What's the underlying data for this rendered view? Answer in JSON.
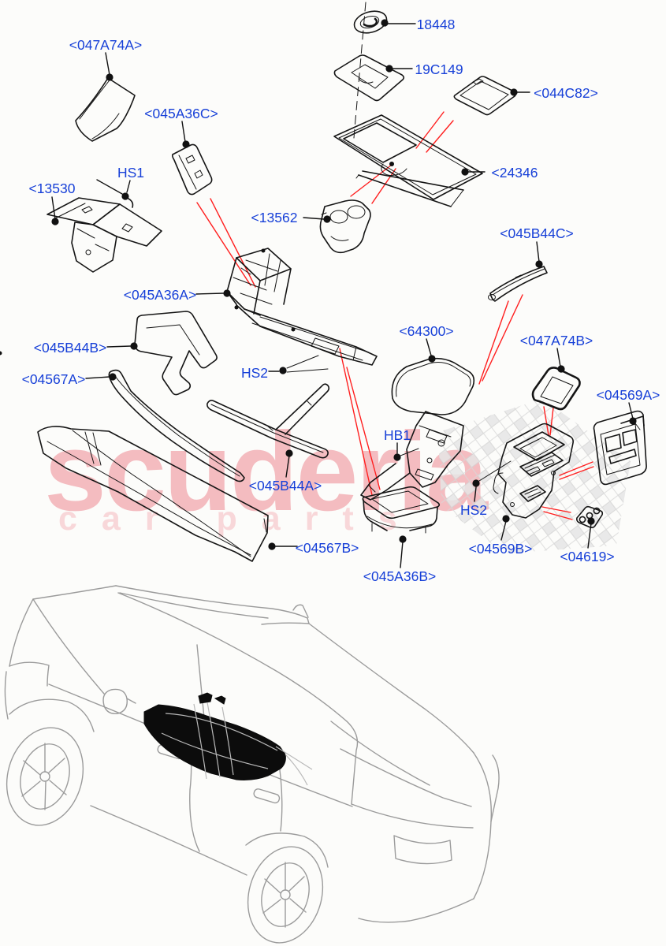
{
  "diagram": {
    "kind": "exploded-parts-diagram",
    "subject": "console-trim-and-rear-vehicle-view"
  },
  "watermark": {
    "line1": "scuderia",
    "line2": "car parts"
  },
  "colors": {
    "label_blue": "#1740d8",
    "callout_red": "#ff1f1f",
    "line_black": "#151515",
    "car_gray": "#9b9b9b",
    "watermark_pink": "#f4bcc0",
    "checker_gray": "#e3e3e3",
    "background": "#fcfcfa"
  },
  "labels": [
    {
      "text": "<047A74A"
    },
    {
      "text": "<045A36C"
    },
    {
      "text": "HS1"
    },
    {
      "text": "<13530"
    },
    {
      "text": "18448"
    },
    {
      "text": "19C149"
    },
    {
      "text": "<044C82"
    },
    {
      "text": "<24346"
    },
    {
      "text": "<13562"
    },
    {
      "text": "<045B44C"
    },
    {
      "text": "<045A36A"
    },
    {
      "text": "<045B44B"
    },
    {
      "text": "<04567A"
    },
    {
      "text": "HS2"
    },
    {
      "text": "<64300"
    },
    {
      "text": "<047A74B"
    },
    {
      "text": "<04569A"
    },
    {
      "text": "HB1"
    },
    {
      "text": "<045B44A"
    },
    {
      "text": "<04567B"
    },
    {
      "text": "HS2"
    },
    {
      "text": "<04569B"
    },
    {
      "text": "<04619"
    },
    {
      "text": "<045A36B"
    }
  ]
}
